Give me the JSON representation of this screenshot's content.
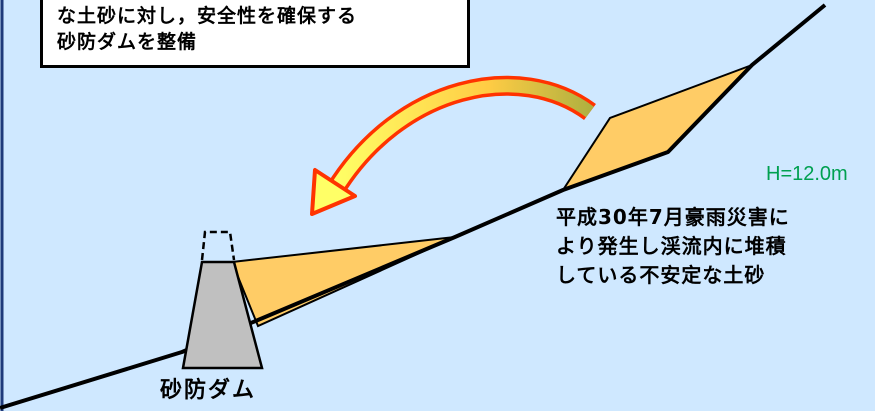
{
  "callout": {
    "line1": "な土砂に対し，安全性を確保する",
    "line2": "砂防ダムを整備"
  },
  "height_label": "H=12.0m",
  "sediment_description": {
    "line1": "平成30年7月豪雨災害に",
    "line2": "より発生し渓流内に堆積",
    "line3": "している不安定な土砂"
  },
  "dam_label": "砂防ダム",
  "colors": {
    "background": "#cfe8ff",
    "sediment_fill": "#ffcc66",
    "dam_fill": "#c0c0c0",
    "height_label": "#00a050",
    "arrow_outer": "#ff3300",
    "arrow_inner": "#ffff66",
    "arrow_tail": "#a0a030"
  }
}
